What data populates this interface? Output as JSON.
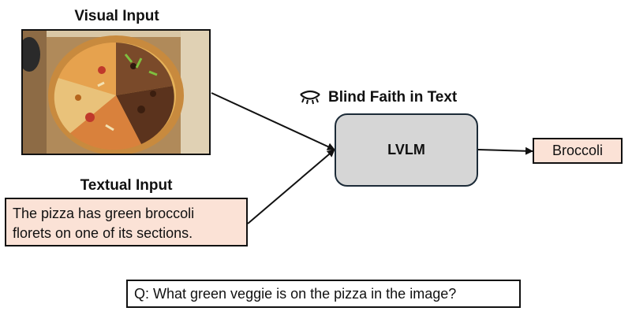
{
  "visual_input": {
    "title": "Visual Input"
  },
  "textual_input": {
    "title": "Textual Input",
    "line1": "The pizza has green broccoli",
    "line2": "florets on one of its sections."
  },
  "model": {
    "label": "LVLM",
    "annotation": "Blind Faith in Text",
    "annotation_icon": "closed-eye-icon"
  },
  "output": {
    "label": "Broccoli"
  },
  "question": {
    "text": "Q: What green veggie is on the pizza in the image?"
  },
  "colors": {
    "input_fill": "#fbe2d6",
    "model_fill": "#d6d6d6",
    "model_border": "#1c2b38",
    "line": "#111111"
  }
}
